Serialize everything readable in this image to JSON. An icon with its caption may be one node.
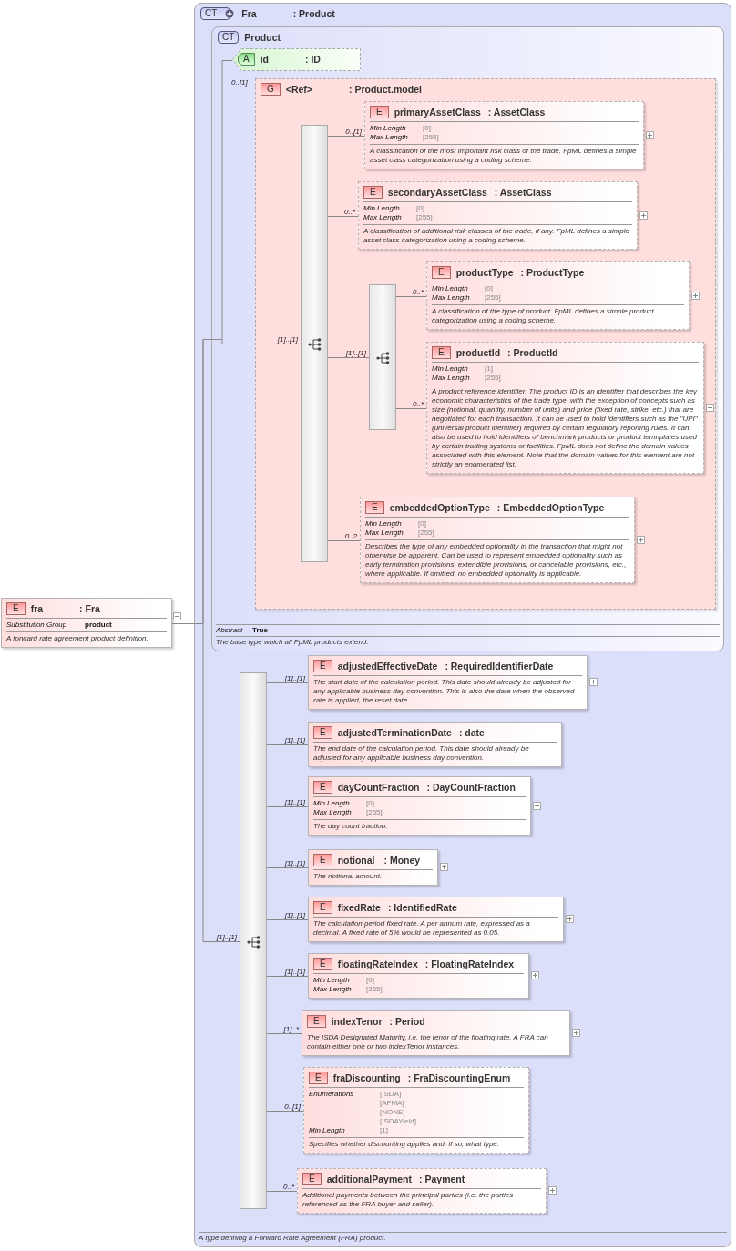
{
  "diagram": {
    "nodes": [
      {
        "text": [
          "E",
          "fra",
          ": Fra",
          "Substitution Group",
          "product",
          "A forward rate agreement product definition."
        ]
      },
      {
        "text": [
          "CT",
          "Fra",
          ": Product",
          "A type defining a Forward Rate Agreement (FRA) product."
        ]
      },
      {
        "text": [
          "CT",
          "Product",
          "Abstract",
          "True",
          "The base type which all FpML products extend."
        ],
        "in": 1
      },
      {
        "text": [
          "A",
          "id",
          ": ID"
        ],
        "in": 2
      },
      {
        "text": [
          "G",
          "<Ref>",
          ": Product.model"
        ],
        "in": 2,
        "beside": [
          "0..[1]"
        ]
      },
      {
        "text": [],
        "shape": "bar",
        "in": 4
      },
      {
        "text": [
          "E",
          "primaryAssetClass",
          ": AssetClass",
          "Min Length",
          "[0]",
          "Max Length",
          "[255]",
          "A classification of the most important risk class of the trade. FpML defines a simple asset class categorization using a coding scheme."
        ],
        "in": 4
      },
      {
        "text": [
          "E",
          "secondaryAssetClass",
          ": AssetClass",
          "Min Length",
          "[0]",
          "Max Length",
          "[255]",
          "A classification of additional risk classes of the trade, if any. FpML defines a simple asset class categorization using a coding scheme."
        ],
        "in": 4
      },
      {
        "text": [],
        "shape": "bar",
        "in": 4
      },
      {
        "text": [
          "E",
          "productType",
          ": ProductType",
          "Min Length",
          "[0]",
          "Max Length",
          "[255]",
          "A classification of the type of product. FpML defines a simple product categorization using a coding scheme."
        ],
        "in": 4
      },
      {
        "text": [
          "E",
          "productId",
          ": ProductId",
          "Min Length",
          "[1]",
          "Max Length",
          "[255]",
          "A product reference identifier. The product ID is an identifier that describes the key economic characteristics of the trade type, with the exception of concepts such as size (notional, quantity, number of units) and price (fixed rate, strike, etc.) that are negotiated for each transaction. It can be used to hold identifiers such as the \"UPI\" (universal product identifier) required by certain regulatory reporting rules. It can also be used to hold identifiers of benchmark products or product temnplates used by certain trading systems or facilities. FpML does not define the domain values associated with this element. Note that the domain values for this element are not strictly an enumerated list."
        ],
        "in": 4
      },
      {
        "text": [
          "E",
          "embeddedOptionType",
          ": EmbeddedOptionType",
          "Min Length",
          "[0]",
          "Max Length",
          "[255]",
          "Describes the type of any embedded optionality in the transaction that might not otherwise be apparent. Can be used to represent embedded optionality such as early termination provisions, extendible provisions, or cancelable provisions, etc., where applicable. If omitted, no embedded optionality is applicable."
        ],
        "in": 4
      },
      {
        "text": [],
        "shape": "bar",
        "in": 1
      },
      {
        "text": [
          "E",
          "adjustedEffectiveDate",
          ": RequiredIdentifierDate",
          "The start date of the calculation period. This date should already be adjusted for any applicable business day convention. This is also the date when the observed rate is applied, the reset date."
        ],
        "in": 1
      },
      {
        "text": [
          "E",
          "adjustedTerminationDate",
          ": date",
          "The end date of the calculation period. This date should already be adjusted for any applicable business day convention."
        ],
        "in": 1
      },
      {
        "text": [
          "E",
          "dayCountFraction",
          ": DayCountFraction",
          "Min Length",
          "[0]",
          "Max Length",
          "[255]",
          "The day count fraction."
        ],
        "in": 1
      },
      {
        "text": [
          "E",
          "notional",
          ": Money",
          "The notional amount."
        ],
        "in": 1
      },
      {
        "text": [
          "E",
          "fixedRate",
          ": IdentifiedRate",
          "The calculation period fixed rate. A per annum rate, expressed as a decimal. A fixed rate of 5% would be represented as 0.05."
        ],
        "in": 1
      },
      {
        "text": [
          "E",
          "floatingRateIndex",
          ": FloatingRateIndex",
          "Min Length",
          "[0]",
          "Max Length",
          "[255]"
        ],
        "in": 1
      },
      {
        "text": [
          "E",
          "indexTenor",
          ": Period",
          "The ISDA Designated Maturity, i.e. the tenor of the floating rate. A FRA can contain either one or two indexTenor instances."
        ],
        "in": 1
      },
      {
        "text": [
          "E",
          "fraDiscounting",
          ": FraDiscountingEnum",
          "Enumerations",
          "[ISDA]",
          "[AFMA]",
          "[NONE]",
          "[ISDAYield]",
          "Min Length",
          "[1]",
          "Specifies whether discounting applies and, if so, what type."
        ],
        "in": 1
      },
      {
        "text": [
          "E",
          "additionalPayment",
          ": Payment",
          "Additional payments between the principal parties (i.e. the parties referenced as the FRA buyer and seller)."
        ],
        "in": 1
      }
    ],
    "edges": [
      {
        "from": 0,
        "to": 3,
        "arrow": "none"
      },
      {
        "from": 0,
        "to": 5,
        "arrow": "none",
        "label": "[1]..[1]"
      },
      {
        "from": 0,
        "to": 12,
        "arrow": "none",
        "label": "[1]..[1]"
      },
      {
        "from": 5,
        "to": 6,
        "arrow": "none",
        "label": "0..[1]"
      },
      {
        "from": 5,
        "to": 7,
        "arrow": "none",
        "label": "0..*"
      },
      {
        "from": 5,
        "to": 8,
        "arrow": "none",
        "label": "[1]..[1]"
      },
      {
        "from": 5,
        "to": 11,
        "arrow": "none",
        "label": "0..2"
      },
      {
        "from": 8,
        "to": 9,
        "arrow": "none",
        "label": "0..*"
      },
      {
        "from": 8,
        "to": 10,
        "arrow": "none",
        "label": "0..*"
      },
      {
        "from": 12,
        "to": 13,
        "arrow": "none",
        "label": "[1]..[1]"
      },
      {
        "from": 12,
        "to": 14,
        "arrow": "none",
        "label": "[1]..[1]"
      },
      {
        "from": 12,
        "to": 15,
        "arrow": "none",
        "label": "[1]..[1]"
      },
      {
        "from": 12,
        "to": 16,
        "arrow": "none",
        "label": "[1]..[1]"
      },
      {
        "from": 12,
        "to": 17,
        "arrow": "none",
        "label": "[1]..[1]"
      },
      {
        "from": 12,
        "to": 18,
        "arrow": "none",
        "label": "[1]..[1]"
      },
      {
        "from": 12,
        "to": 19,
        "arrow": "none",
        "label": "[1]..*"
      },
      {
        "from": 12,
        "to": 20,
        "arrow": "none",
        "label": "0..[1]"
      },
      {
        "from": 12,
        "to": 21,
        "arrow": "none",
        "label": "0..*"
      }
    ]
  }
}
